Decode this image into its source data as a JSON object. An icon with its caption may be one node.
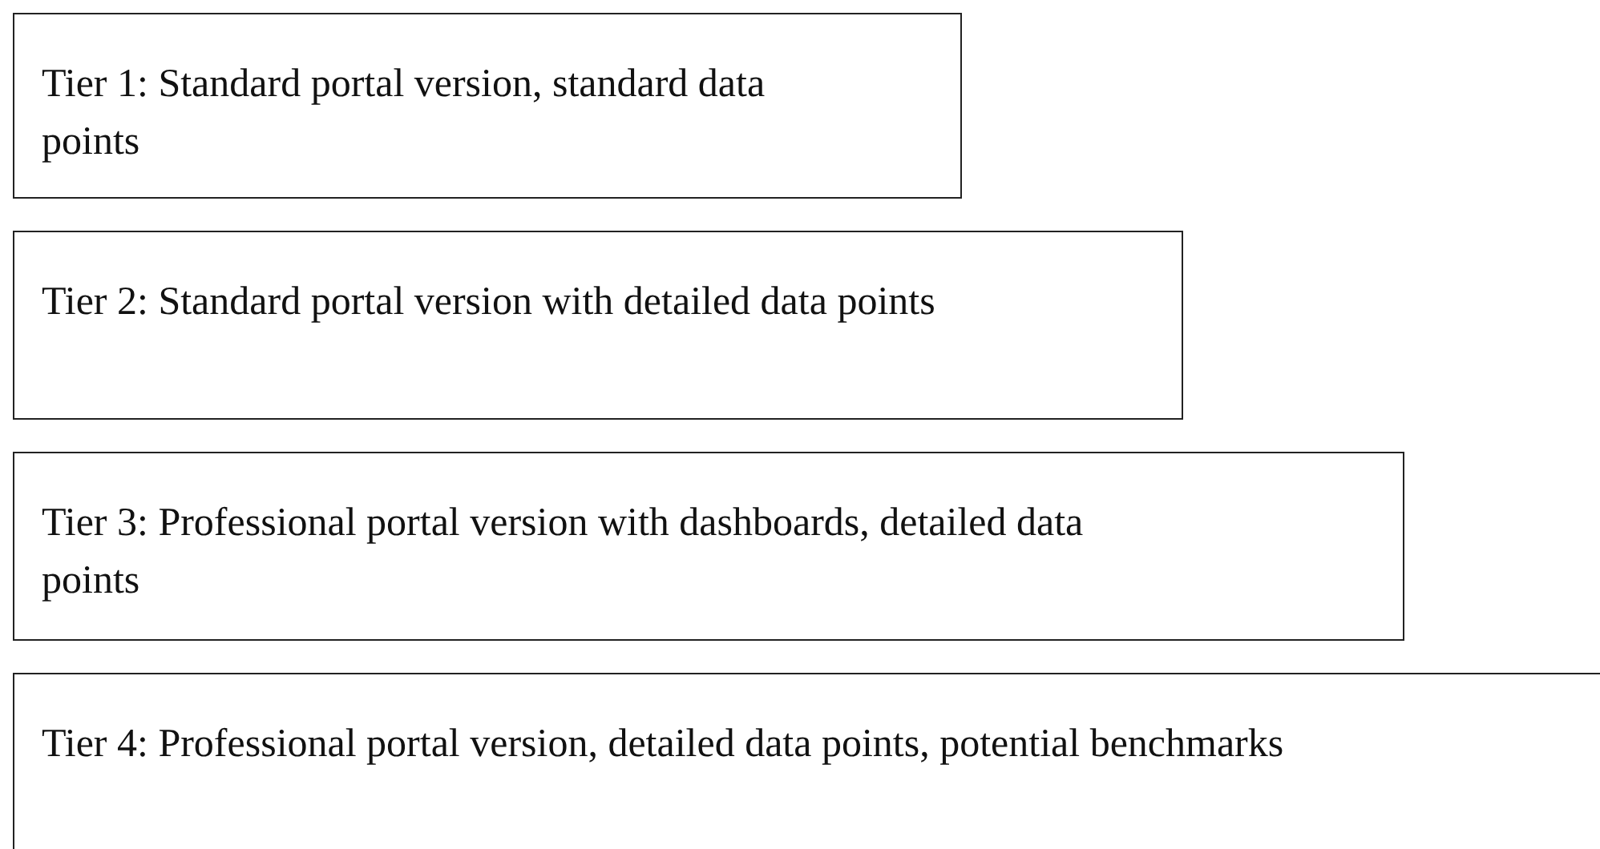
{
  "diagram": {
    "nodes": [
      {
        "text": [
          "Tier 1: Standard portal version, standard data points"
        ]
      },
      {
        "text": [
          "Tier 2: Standard portal version with detailed data points"
        ]
      },
      {
        "text": [
          "Tier 3: Professional portal version with dashboards, detailed data points"
        ]
      },
      {
        "text": [
          "Tier 4: Professional portal version, detailed data points, potential benchmarks"
        ]
      }
    ]
  }
}
